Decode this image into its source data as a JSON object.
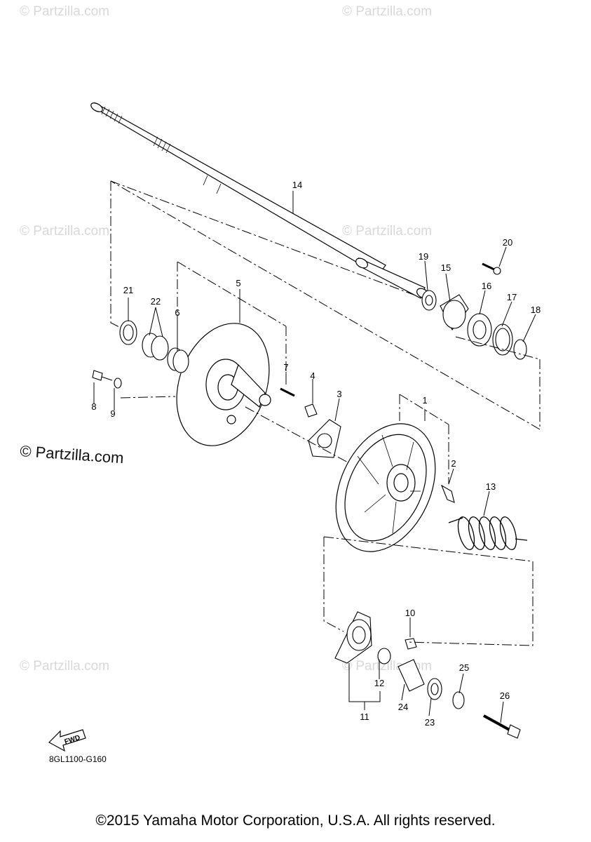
{
  "watermark": "© Partzilla.com",
  "diagram_code": "8GL1100-G160",
  "fwd_label": "FWD",
  "copyright": "©2015 Yamaha Motor Corporation, U.S.A. All rights reserved.",
  "callouts": {
    "p1": "1",
    "p2": "2",
    "p3": "3",
    "p4": "4",
    "p5": "5",
    "p6": "6",
    "p7": "7",
    "p8": "8",
    "p9": "9",
    "p10": "10",
    "p11": "11",
    "p12": "12",
    "p13": "13",
    "p14": "14",
    "p15": "15",
    "p16": "16",
    "p17": "17",
    "p18": "18",
    "p19": "19",
    "p20": "20",
    "p21": "21",
    "p22": "22",
    "p23": "23",
    "p24": "24",
    "p25": "25",
    "p26": "26"
  }
}
